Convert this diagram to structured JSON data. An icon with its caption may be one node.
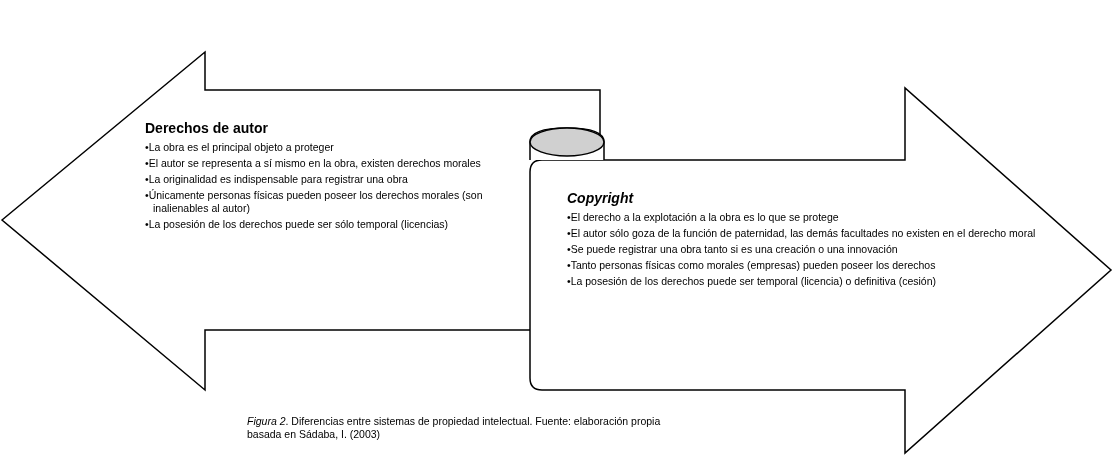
{
  "diagram": {
    "caption": "*Figura 2*. Diferencias entre sistemas de propiedad intelectual. Fuente: elaboración propia basada en Sádaba, I. (2003)",
    "nodes": [
      {
        "text": [
          "Derechos de autor",
          "•La obra es el principal objeto a proteger",
          "•El autor se representa a sí mismo en la obra, existen derechos morales",
          "•La originalidad es indispensable para registrar una obra",
          "•Únicamente personas físicas pueden poseer los derechos morales (son inalienables al autor)",
          "•La posesión de los derechos puede ser sólo temporal (licencias)"
        ]
      },
      {
        "text": [
          "Copyright",
          "•El derecho a la explotación a la obra es lo que se protege",
          "•El autor sólo goza de la función de paternidad, las demás facultades no existen en el derecho moral",
          "•Se puede registrar una obra tanto si es una creación o una innovación",
          "•Tanto personas físicas como morales (empresas) pueden poseer los derechos",
          "•La posesión de los derechos puede ser temporal (licencia) o definitiva (cesión)"
        ]
      }
    ],
    "edges": []
  }
}
